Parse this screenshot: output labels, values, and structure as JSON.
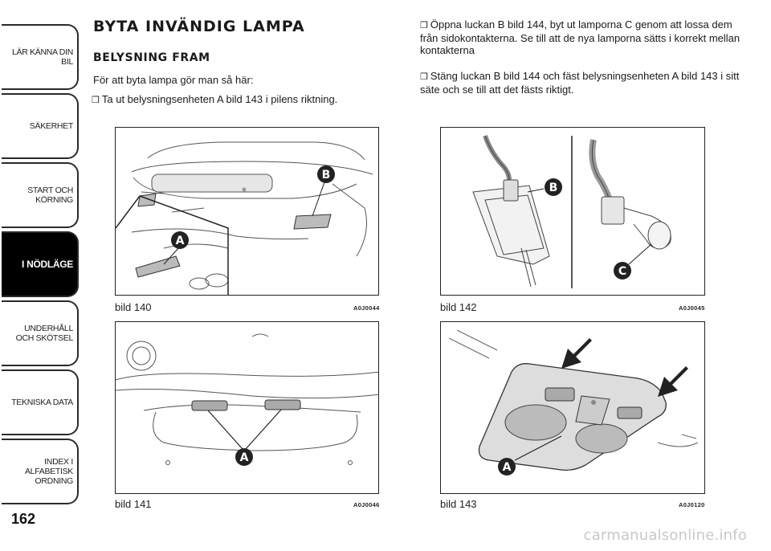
{
  "sidebar": {
    "tabs": [
      {
        "label": "LÄR KÄNNA DIN BIL",
        "active": false
      },
      {
        "label": "SÄKERHET",
        "active": false
      },
      {
        "label": "START OCH KÖRNING",
        "active": false
      },
      {
        "label": "I NÖDLÄGE",
        "active": true
      },
      {
        "label": "UNDERHÅLL OCH SKÖTSEL",
        "active": false
      },
      {
        "label": "TEKNISKA DATA",
        "active": false
      },
      {
        "label": "INDEX I ALFABETISK ORDNING",
        "active": false
      }
    ]
  },
  "page_number": "162",
  "content": {
    "title": "BYTA INVÄNDIG LAMPA",
    "subtitle": "BELYSNING FRAM",
    "intro": "För att byta lampa gör man så här:",
    "bullet_mark": "❒",
    "steps": [
      "Ta ut belysningsenheten A bild 143 i pilens riktning.",
      "Öppna luckan B bild 144, byt ut lamporna C genom att lossa dem från sidokontakterna. Se till att de nya lamporna sätts i korrekt mellan kontakterna",
      "Stäng luckan B bild 144 och fäst belysningsenheten A bild 143 i sitt säte och se till att det fästs riktigt."
    ]
  },
  "figures": [
    {
      "caption": "bild 140",
      "code": "A0J0044",
      "labels": [
        "A",
        "B"
      ]
    },
    {
      "caption": "bild 142",
      "code": "A0J0045",
      "labels": [
        "B",
        "C"
      ]
    },
    {
      "caption": "bild 141",
      "code": "A0J0046",
      "labels": [
        "A"
      ]
    },
    {
      "caption": "bild 143",
      "code": "A0J0120",
      "labels": [
        "A"
      ]
    }
  ],
  "watermark": "carmanualsonline.info"
}
